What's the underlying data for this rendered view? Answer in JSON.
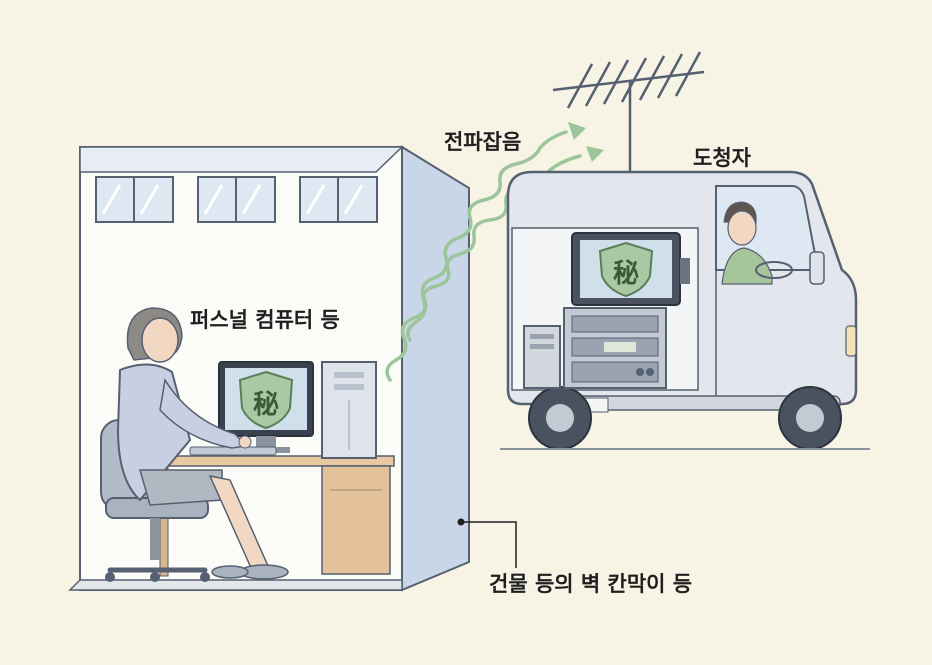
{
  "labels": {
    "pc": "퍼스널 컴퓨터 등",
    "noise": "전파잡음",
    "eavesdropper": "도청자",
    "wall": "건물 등의 벽 칸막이 등"
  },
  "monitor_symbol": "秘",
  "colors": {
    "background": "#f7f4e6",
    "room_wall": "#c9d6e8",
    "wave": "#9cc59a",
    "shield": "#a9c9a4",
    "van": "#e3e6ec"
  }
}
